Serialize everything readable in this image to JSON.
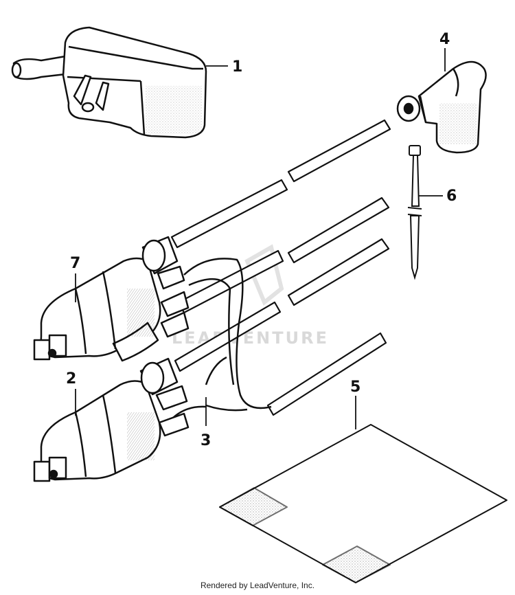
{
  "diagram": {
    "callouts": [
      "1",
      "2",
      "3",
      "4",
      "5",
      "6",
      "7"
    ],
    "watermark": "LEADVENTURE",
    "footer": "Rendered by LeadVenture, Inc.",
    "line_color": "#111111"
  }
}
